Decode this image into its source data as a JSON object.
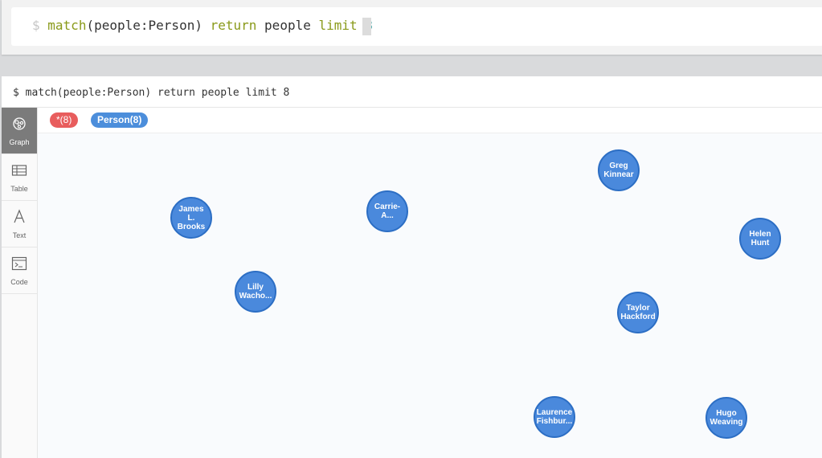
{
  "editor": {
    "prompt": "$",
    "tokens": {
      "kw1": "match",
      "paren_open": "(",
      "var": "people",
      "colon": ":",
      "label": "Person",
      "paren_close": ")",
      "kw2": "return",
      "ret": "people",
      "kw3": "limit",
      "num": "8"
    }
  },
  "frame": {
    "query": "$ match(people:Person) return people limit 8"
  },
  "sidebar": {
    "items": [
      {
        "label": "Graph",
        "icon": "graph-icon",
        "active": true
      },
      {
        "label": "Table",
        "icon": "table-icon",
        "active": false
      },
      {
        "label": "Text",
        "icon": "text-icon",
        "active": false
      },
      {
        "label": "Code",
        "icon": "code-icon",
        "active": false
      }
    ]
  },
  "legend": {
    "all_label": "*(8)",
    "person_label": "Person(8)",
    "colors": {
      "all": "#e85d5d",
      "person": "#4c8edb"
    }
  },
  "graph": {
    "node_color": "#4a89dc",
    "nodes": [
      {
        "label": "Greg\nKinnear"
      },
      {
        "label": "James L.\nBrooks"
      },
      {
        "label": "Carrie-A..."
      },
      {
        "label": "Helen\nHunt"
      },
      {
        "label": "Lilly\nWacho..."
      },
      {
        "label": "Taylor\nHackford"
      },
      {
        "label": "Laurence\nFishbur..."
      },
      {
        "label": "Hugo\nWeaving"
      }
    ]
  }
}
